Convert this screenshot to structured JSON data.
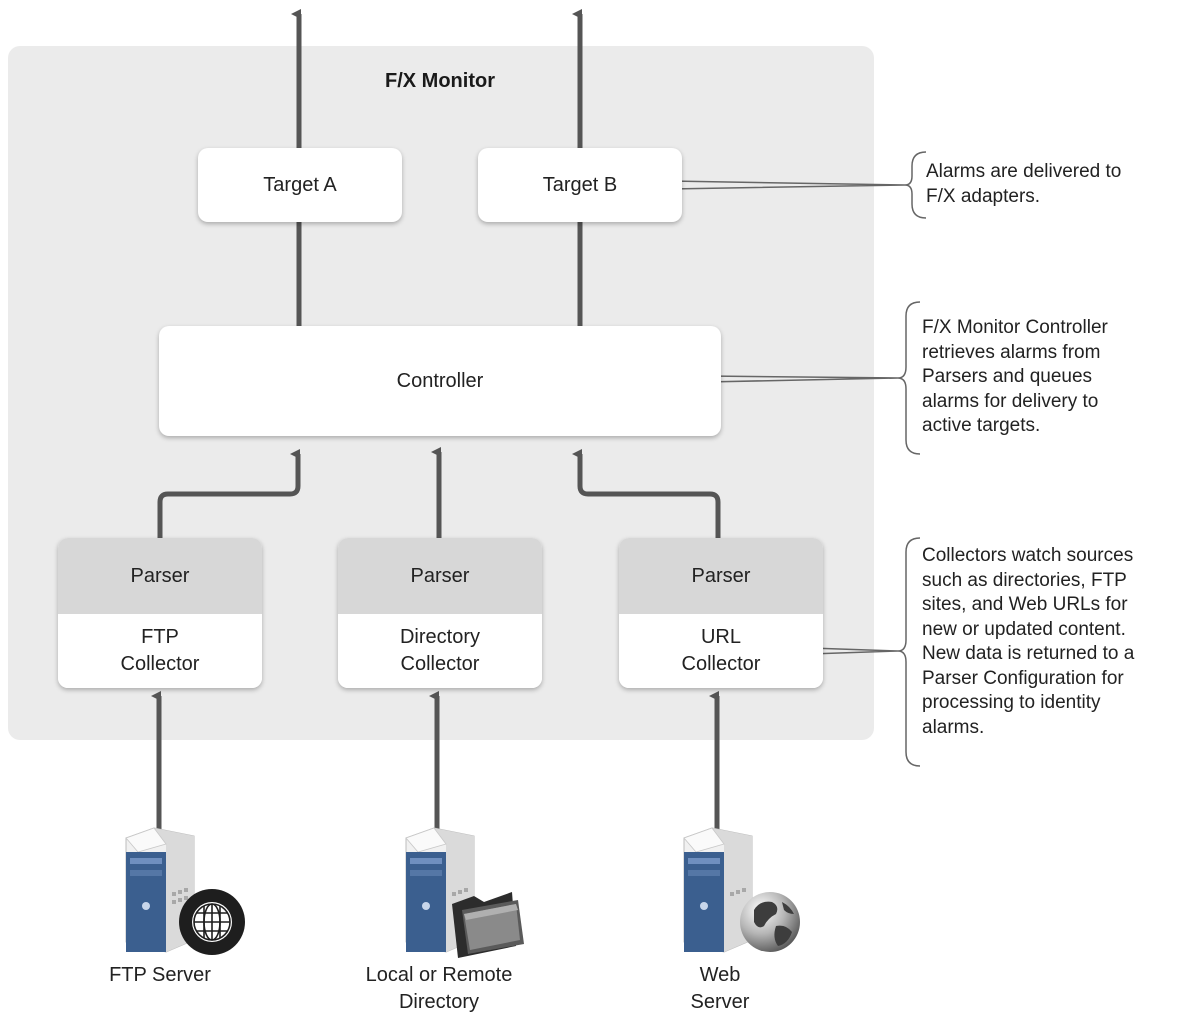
{
  "panel": {
    "title": "F/X Monitor"
  },
  "targets": [
    {
      "label": "Target A"
    },
    {
      "label": "Target B"
    }
  ],
  "controller": {
    "label": "Controller"
  },
  "parsers": [
    {
      "parser_label": "Parser",
      "collector_line1": "FTP",
      "collector_line2": "Collector"
    },
    {
      "parser_label": "Parser",
      "collector_line1": "Directory",
      "collector_line2": "Collector"
    },
    {
      "parser_label": "Parser",
      "collector_line1": "URL",
      "collector_line2": "Collector"
    }
  ],
  "sources": [
    {
      "line1": "FTP Server",
      "line2": "",
      "icon": "ftp-globe-icon"
    },
    {
      "line1": "Local or Remote",
      "line2": "Directory",
      "icon": "folder-icon"
    },
    {
      "line1": "Web",
      "line2": "Server",
      "icon": "world-globe-icon"
    }
  ],
  "notes": {
    "targets": [
      "Alarms are delivered to",
      "F/X adapters."
    ],
    "controller": [
      "F/X Monitor Controller",
      "retrieves alarms from",
      "Parsers and queues",
      "alarms for delivery to",
      "active targets."
    ],
    "collectors": [
      "Collectors watch sources",
      "such as directories, FTP",
      "sites, and Web URLs for",
      "new or updated content.",
      "New data is returned to a",
      "Parser Configuration for",
      "processing to identity",
      "alarms."
    ]
  },
  "colors": {
    "panel": "#ebebeb",
    "box": "#ffffff",
    "parser_band": "#d7d7d7",
    "arrow": "#555555",
    "callout_line": "#666666",
    "server_blue": "#3b5f8f"
  }
}
